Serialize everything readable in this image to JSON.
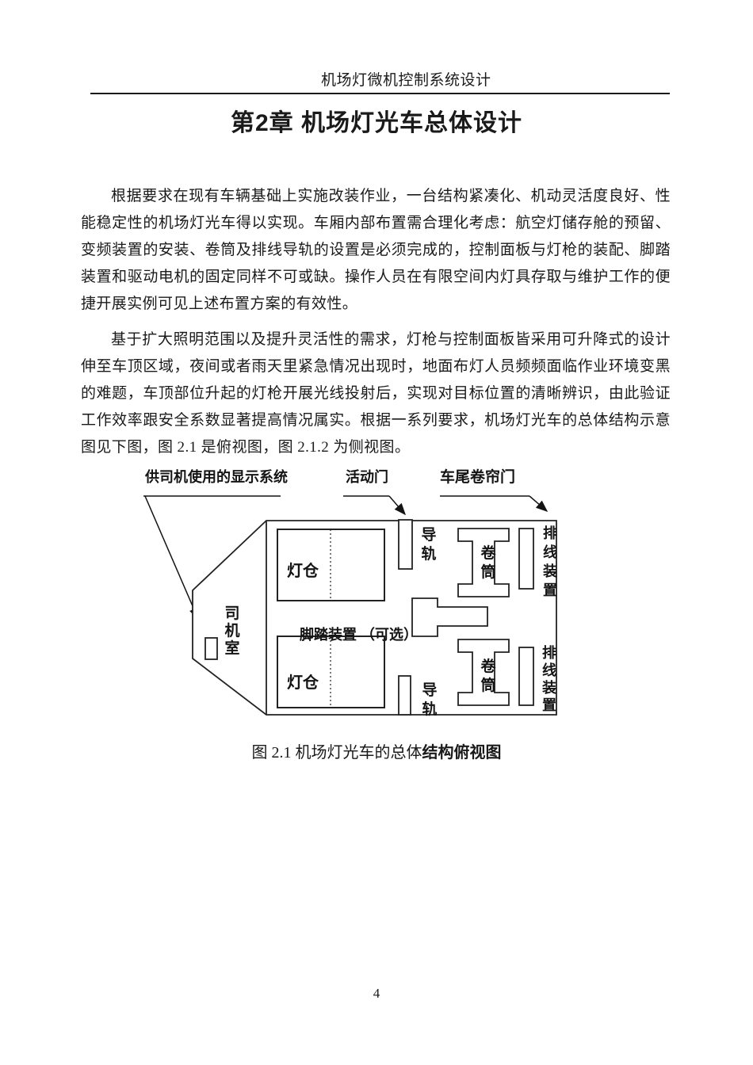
{
  "header": {
    "running_title": "机场灯微机控制系统设计"
  },
  "chapter_title": "第2章 机场灯光车总体设计",
  "paragraphs": [
    "根据要求在现有车辆基础上实施改装作业，一台结构紧凑化、机动灵活度良好、性能稳定性的机场灯光车得以实现。车厢内部布置需合理化考虑：航空灯储存舱的预留、变频装置的安装、卷筒及排线导轨的设置是必须完成的，控制面板与灯枪的装配、脚踏装置和驱动电机的固定同样不可或缺。操作人员在有限空间内灯具存取与维护工作的便捷开展实例可见上述布置方案的有效性。",
    "基于扩大照明范围以及提升灵活性的需求，灯枪与控制面板皆采用可升降式的设计伸至车顶区域，夜间或者雨天里紧急情况出现时，地面布灯人员频频面临作业环境变黑的难题，车顶部位升起的灯枪开展光线投射后，实现对目标位置的清晰辨识，由此验证工作效率跟安全系数显著提高情况属实。根据一系列要求，机场灯光车的总体结构示意图见下图，图 2.1 是俯视图，图 2.1.2 为侧视图。"
  ],
  "figure": {
    "labels": {
      "display_system": "供司机使用的显示系统",
      "movable_door": "活动门",
      "rear_shutter_door": "车尾卷帘门",
      "driver_cab": "司机室",
      "lamp_bay_top": "灯仓",
      "lamp_bay_bottom": "灯仓",
      "guide_rail_top": "导轨",
      "guide_rail_bottom": "导轨",
      "reel_top": "卷筒",
      "reel_bottom": "卷筒",
      "cable_device_top": "排线装置",
      "cable_device_bottom": "排线装置",
      "pedal_device": "脚踏装置 （可选）"
    },
    "caption_prefix": "图 2.1 机场灯光车的总体",
    "caption_bold": "结构俯视图"
  },
  "page_number": "4"
}
